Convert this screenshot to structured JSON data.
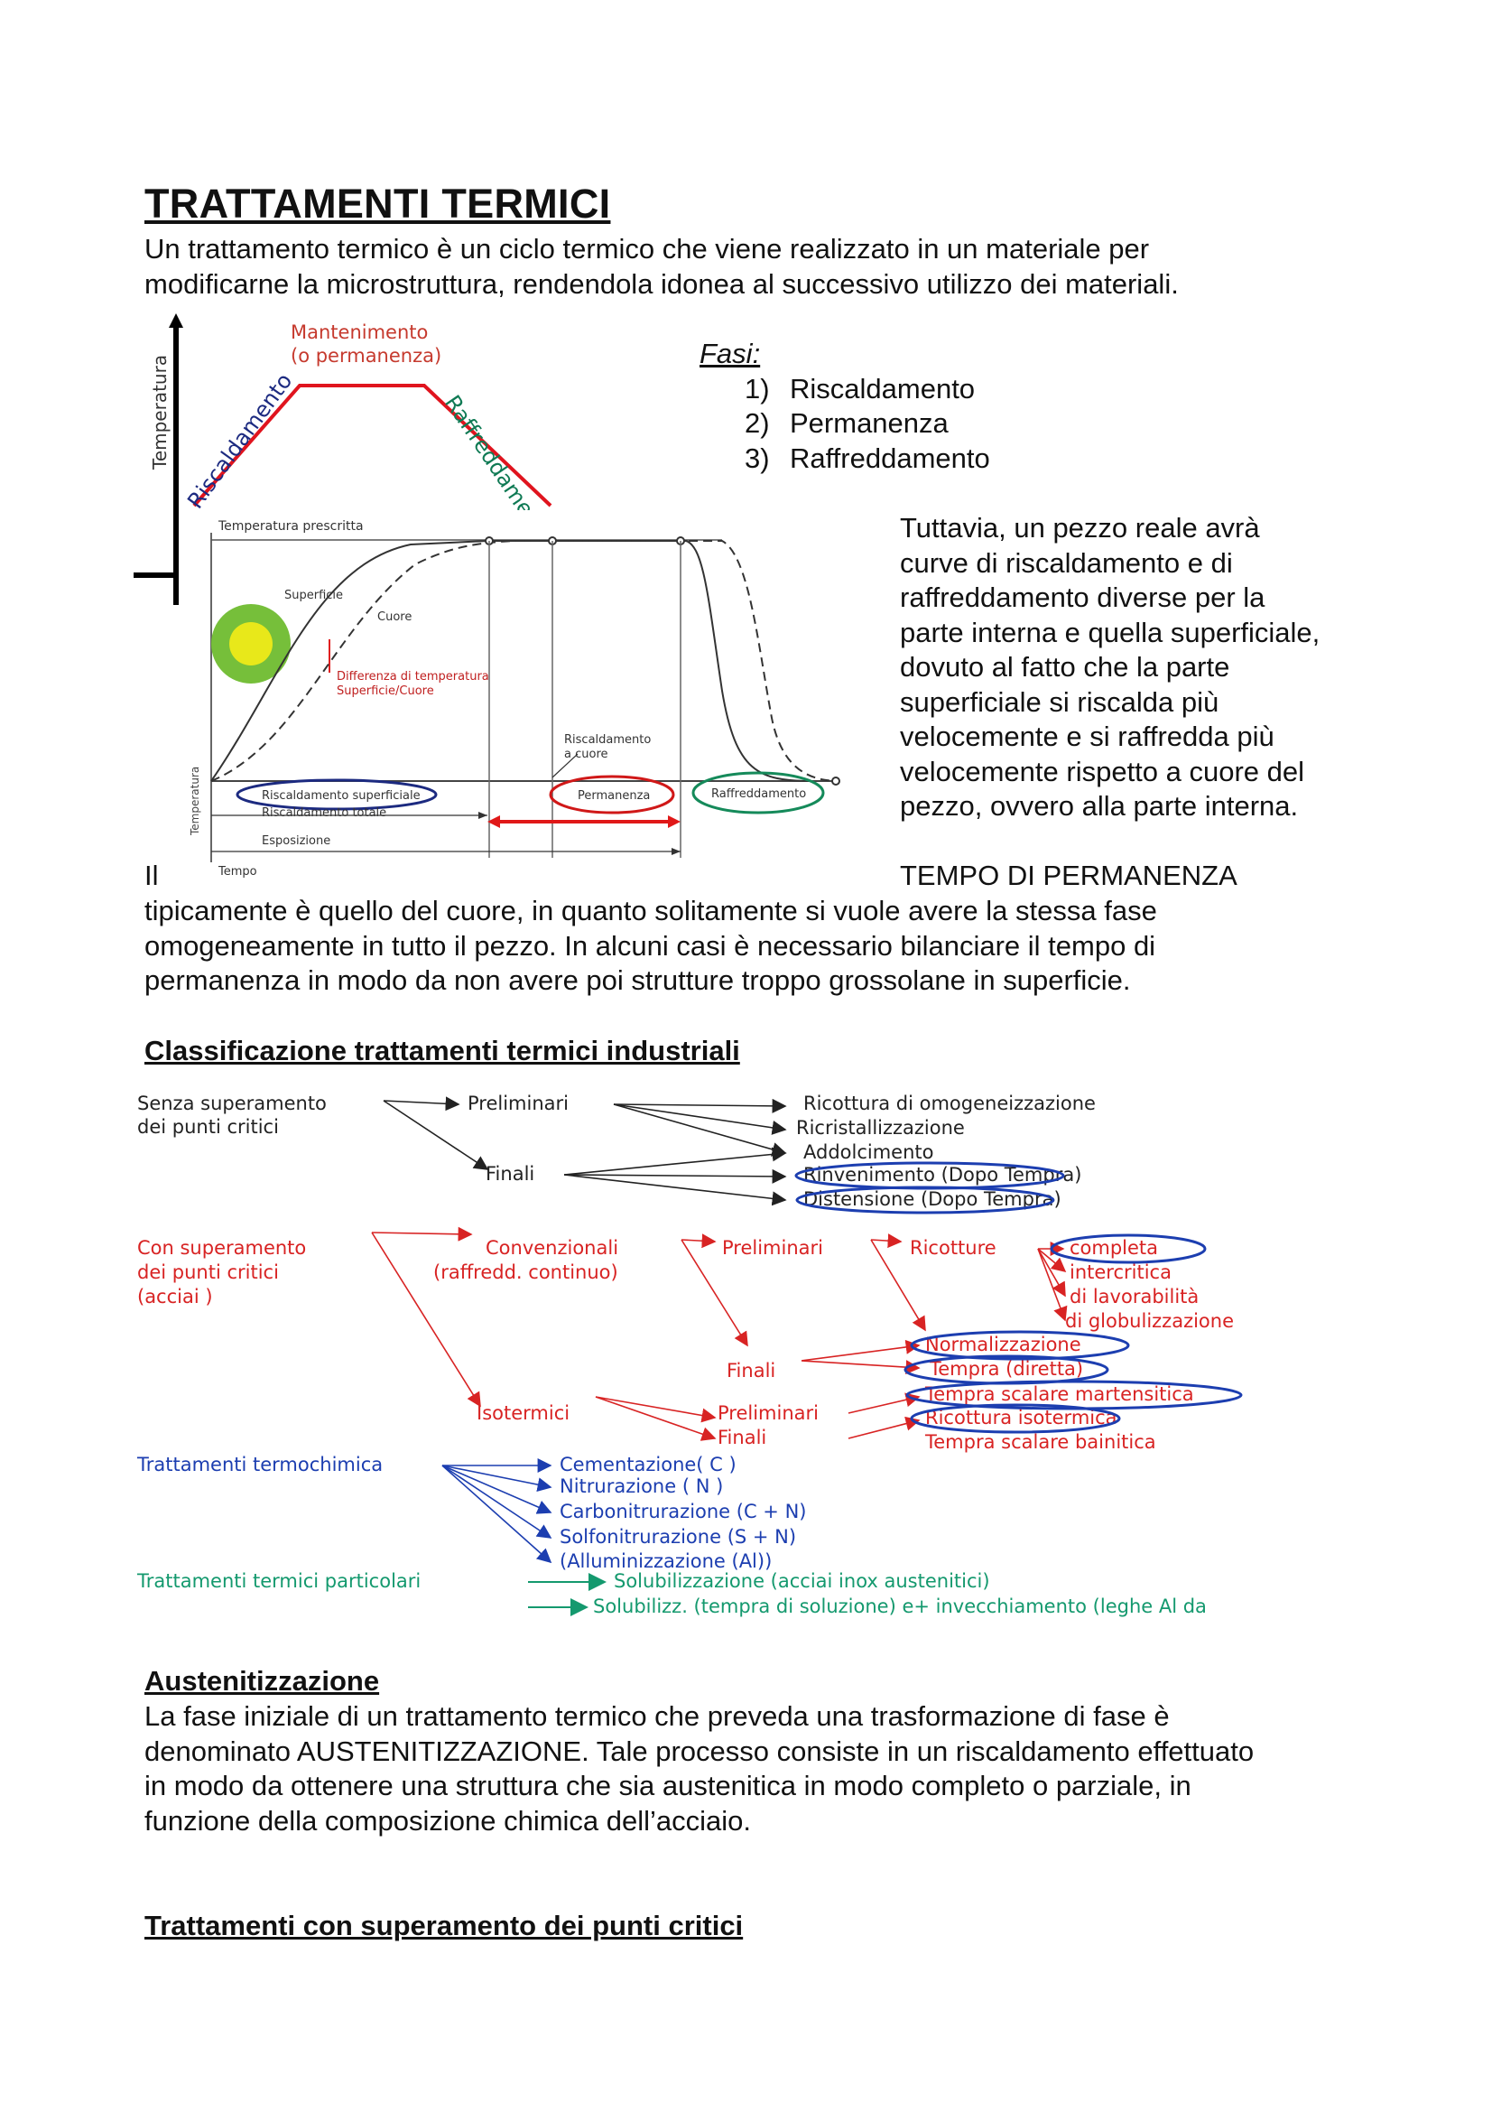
{
  "document": {
    "title": "TRATTAMENTI TERMICI",
    "intro": [
      "Un trattamento termico è un ciclo termico che viene realizzato in un materiale per",
      "modificarne la microstruttura, rendendola idonea al successivo utilizzo dei materiali."
    ],
    "fasi": {
      "title": "Fasi:",
      "items": [
        {
          "num": "1)",
          "label": "Riscaldamento"
        },
        {
          "num": "2)",
          "label": "Permanenza"
        },
        {
          "num": "3)",
          "label": "Raffreddamento"
        }
      ]
    },
    "side_text": [
      "Tuttavia, un pezzo reale avrà",
      "curve di riscaldamento e di",
      "raffreddamento diverse per la",
      "parte interna e quella superficiale,",
      "dovuto al fatto che la parte",
      "superficiale si riscalda più",
      "velocemente e si raffredda più",
      "velocemente rispetto a cuore del",
      "pezzo, ovvero alla parte interna."
    ],
    "permanenza_para": {
      "lead": "Il",
      "lead_right": "TEMPO DI PERMANENZA",
      "lines": [
        "tipicamente è quello del cuore, in quanto solitamente si vuole avere la stessa fase",
        "omogeneamente in tutto il pezzo. In alcuni casi è necessario bilanciare il tempo di",
        "permanenza in modo da non avere poi strutture troppo grossolane in superficie."
      ]
    },
    "classification_heading": "Classificazione trattamenti termici industriali",
    "austenitizzazione": {
      "heading": "Austenitizzazione",
      "lines": [
        "La fase iniziale di un trattamento termico che preveda una trasformazione di fase è",
        "denominato AUSTENITIZZAZIONE. Tale processo consiste in un riscaldamento effettuato",
        "in modo da ottenere una struttura che sia austenitica in modo completo o parziale, in",
        "funzione della composizione chimica dell’acciaio."
      ]
    },
    "last_heading": "Trattamenti con superamento dei punti critici"
  },
  "diagram_simple": {
    "axis_label": "Temperatura",
    "top_label_1": "Mantenimento",
    "top_label_2": "(o permanenza)",
    "heating_label": "Riscaldamento",
    "cooling_label": "Raffreddamento"
  },
  "diagram_detail": {
    "temp_prescritta": "Temperatura prescritta",
    "superficie": "Superficie",
    "cuore": "Cuore",
    "diff_1": "Differenza di temperatura",
    "diff_2": "Superficie/Cuore",
    "risc_cuore_1": "Riscaldamento",
    "risc_cuore_2": "a cuore",
    "risc_superficiale": "Riscaldamento superficiale",
    "permanenza": "Permanenza",
    "raffreddamento": "Raffreddamento",
    "risc_totale": "Riscaldamento totale",
    "esposizione": "Esposizione",
    "tempo": "Tempo",
    "temperatura": "Temperatura"
  },
  "classification": {
    "senza": [
      "Senza superamento",
      "dei punti critici"
    ],
    "preliminari_b": "Preliminari",
    "finali_b": "Finali",
    "senza_items": [
      "Ricottura di omogeneizzazione",
      "Ricristallizzazione",
      "Addolcimento",
      "Rinvenimento (Dopo Tempra)",
      "Distensione (Dopo Tempra)"
    ],
    "con": [
      "Con superamento",
      "dei punti critici",
      "(acciai )"
    ],
    "convenzionali": [
      "Convenzionali",
      "(raffredd. continuo)"
    ],
    "preliminari_r": "Preliminari",
    "ricotture": "Ricotture",
    "ricotture_items": [
      "completa",
      "intercritica",
      "di lavorabilità",
      "di globulizzazione"
    ],
    "finali_r": "Finali",
    "finali_items": [
      "Normalizzazione",
      "Tempra (diretta)"
    ],
    "isotermici": "Isotermici",
    "preliminari_iso": "Preliminari",
    "finali_iso": "Finali",
    "iso_items": [
      "Tempra scalare martensitica",
      "Ricottura isotermica",
      "Tempra scalare bainitica"
    ],
    "termochimica": "Trattamenti termochimica",
    "termochimica_items": [
      "Cementazione( C )",
      "Nitrurazione ( N )",
      "Carbonitrurazione (C + N)",
      "Solfonitrurazione (S + N)",
      "(Alluminizzazione (Al))"
    ],
    "particolari": "Trattamenti termici particolari",
    "particolari_items": [
      "Solubilizzazione (acciai inox austenitici)",
      "Solubilizz. (tempra di soluzione) e+ invecchiamento (leghe Al da"
    ]
  }
}
